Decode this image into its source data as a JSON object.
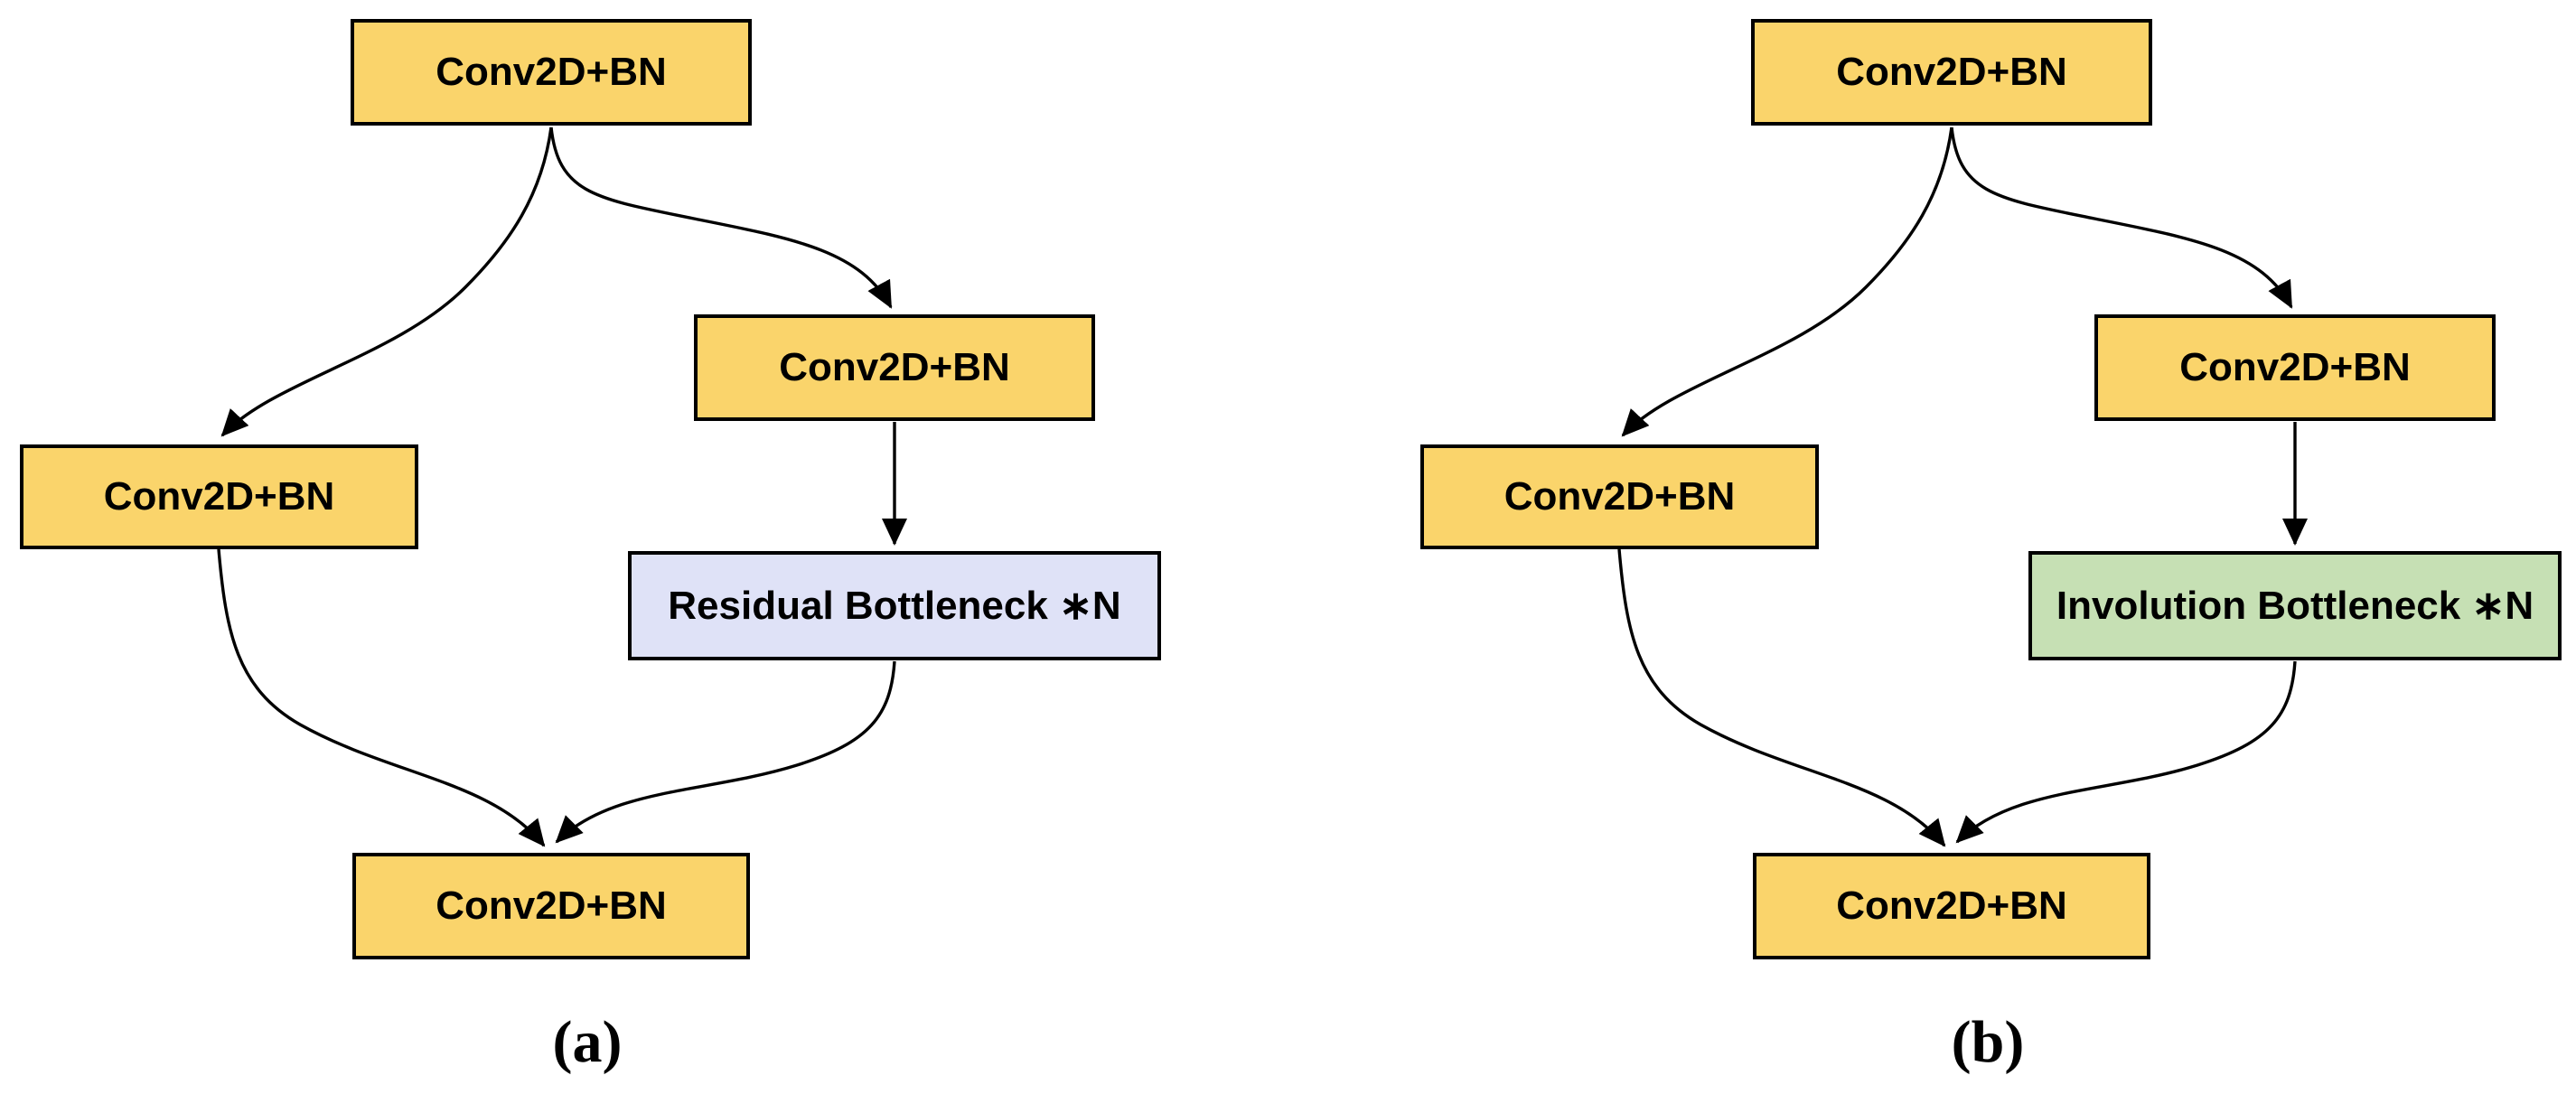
{
  "panels": [
    {
      "caption": "(a)",
      "nodes": {
        "top": "Conv2D+BN",
        "left": "Conv2D+BN",
        "right": "Conv2D+BN",
        "bottleneck": "Residual Bottleneck ∗N",
        "bottom": "Conv2D+BN"
      }
    },
    {
      "caption": "(b)",
      "nodes": {
        "top": "Conv2D+BN",
        "left": "Conv2D+BN",
        "right": "Conv2D+BN",
        "bottleneck": "Involution Bottleneck ∗N",
        "bottom": "Conv2D+BN"
      }
    }
  ],
  "colors": {
    "conv_fill": "#FAD46B",
    "residual_fill": "#DFE2F7",
    "involution_fill": "#C6E0B4",
    "border": "#000000",
    "edge": "#000000",
    "text": "#000000"
  }
}
